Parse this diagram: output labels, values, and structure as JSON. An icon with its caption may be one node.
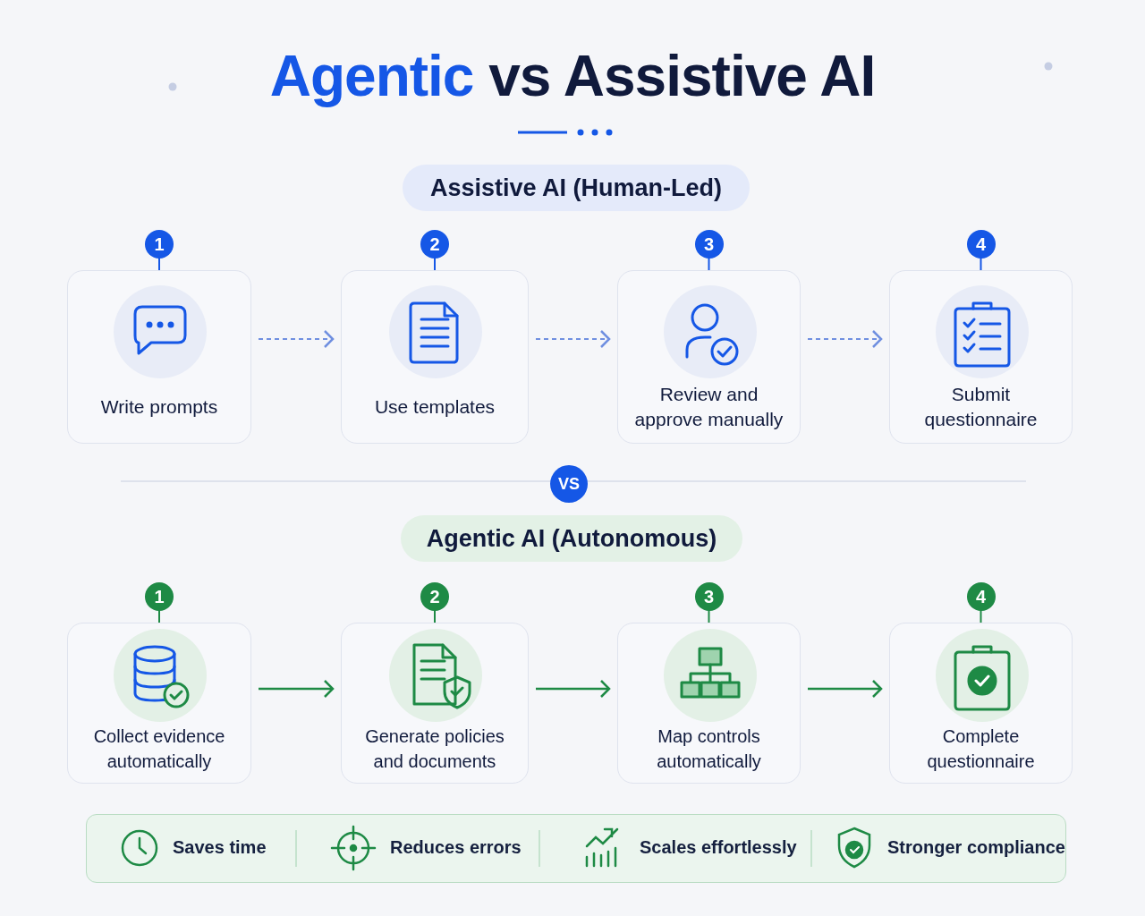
{
  "diagram": {
    "title": "Agentic vs Assistive AI",
    "nodes": [
      {
        "text": [
          "Assistive AI (Human-Led)"
        ]
      },
      {
        "text": [
          "Write prompts"
        ],
        "beside": [
          "1"
        ]
      },
      {
        "text": [
          "Use templates"
        ],
        "beside": [
          "2"
        ]
      },
      {
        "text": [
          "Review and approve manually"
        ],
        "beside": [
          "3"
        ]
      },
      {
        "text": [
          "Submit questionnaire"
        ],
        "beside": [
          "4"
        ]
      },
      {
        "text": [
          "VS"
        ]
      },
      {
        "text": [
          "Agentic AI (Autonomous)"
        ]
      },
      {
        "text": [
          "Collect evidence automatically"
        ],
        "beside": [
          "1"
        ]
      },
      {
        "text": [
          "Generate policies and documents"
        ],
        "beside": [
          "2"
        ]
      },
      {
        "text": [
          "Map controls automatically"
        ],
        "beside": [
          "3"
        ]
      },
      {
        "text": [
          "Complete questionnaire"
        ],
        "beside": [
          "4"
        ]
      }
    ],
    "edges": [
      {
        "from": 1,
        "to": 2,
        "arrow": "to",
        "style": "dashed",
        "color": "#6f8fe0"
      },
      {
        "from": 2,
        "to": 3,
        "arrow": "to",
        "style": "dashed",
        "color": "#6f8fe0"
      },
      {
        "from": 3,
        "to": 4,
        "arrow": "to",
        "style": "dashed",
        "color": "#6f8fe0"
      },
      {
        "from": 7,
        "to": 8,
        "arrow": "to",
        "color": "#1e8a45"
      },
      {
        "from": 8,
        "to": 9,
        "arrow": "to",
        "color": "#1e8a45"
      },
      {
        "from": 9,
        "to": 10,
        "arrow": "to",
        "color": "#1e8a45"
      }
    ],
    "labels": [
      "Saves time",
      "Reduces errors",
      "Scales effortlessly",
      "Stronger compliance"
    ]
  }
}
